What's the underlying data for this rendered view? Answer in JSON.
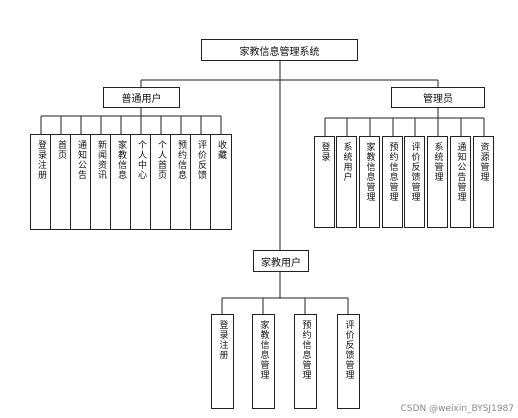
{
  "root": "家教信息管理系统",
  "groups": {
    "user": {
      "title": "普通用户",
      "items": [
        "登录注册",
        "首页",
        "通知公告",
        "新闻资讯",
        "家教信息",
        "个人中心",
        "个人首页",
        "预约信息",
        "评价反馈",
        "收藏"
      ]
    },
    "admin": {
      "title": "管理员",
      "items": [
        "登录",
        "系统用户",
        "家教信息管理",
        "预约信息管理",
        "评价反馈管理",
        "系统管理",
        "通知公告管理",
        "资源管理"
      ]
    },
    "tutor": {
      "title": "家教用户",
      "items": [
        "登录注册",
        "家教信息管理",
        "预约信息管理",
        "评价反馈管理"
      ]
    }
  },
  "watermark": "CSDN @weixin_BYSJ1987"
}
